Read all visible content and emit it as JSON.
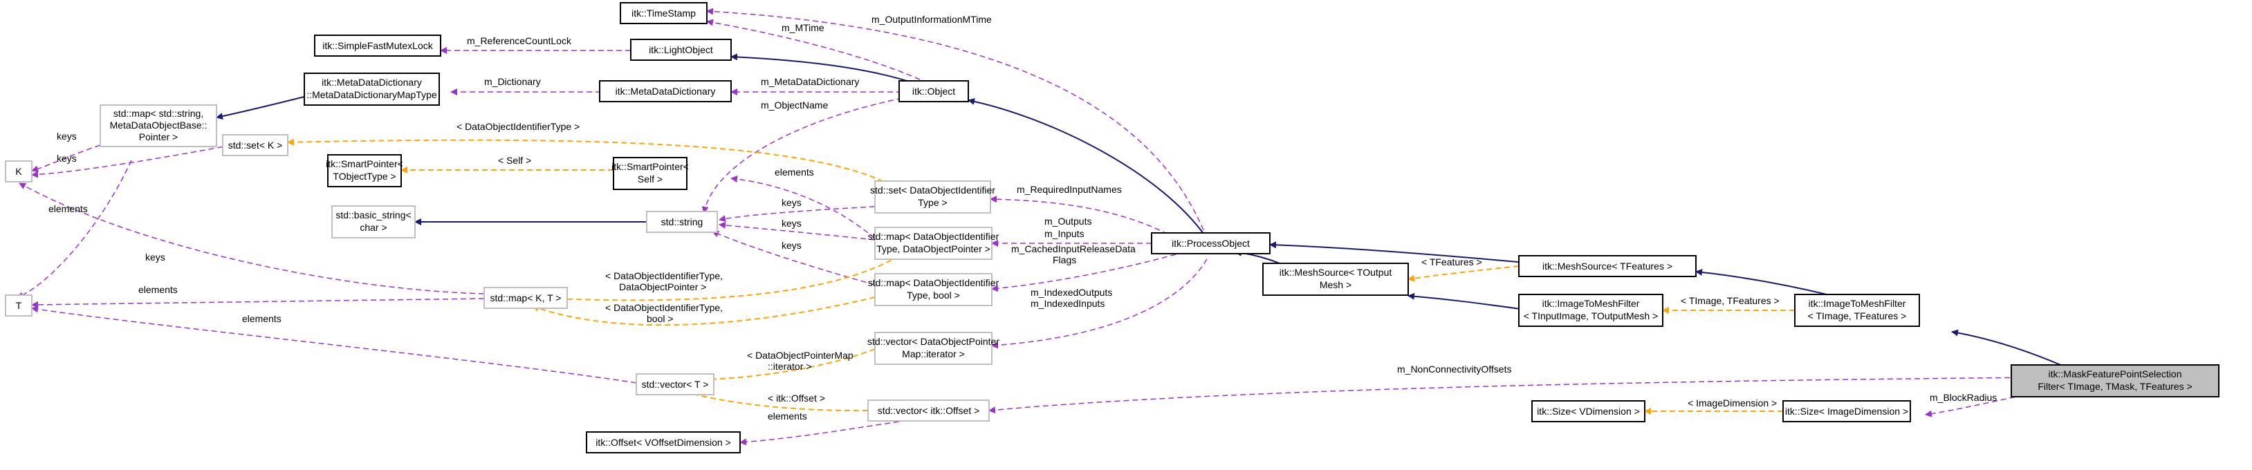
{
  "nodes": {
    "timestamp": [
      "itk::TimeStamp"
    ],
    "lightobject": [
      "itk::LightObject"
    ],
    "mutexlock": [
      "itk::SimpleFastMutexLock"
    ],
    "mddtype": [
      "itk::MetaDataDictionary",
      "::MetaDataDictionaryMapType"
    ],
    "mdd": [
      "itk::MetaDataDictionary"
    ],
    "object": [
      "itk::Object"
    ],
    "stdmap_string": [
      "std::map< std::string,",
      "MetaDataObjectBase::",
      "Pointer >"
    ],
    "k": [
      "K"
    ],
    "stdset_k": [
      "std::set< K >"
    ],
    "sp_type": [
      "itk::SmartPointer<",
      "TObjectType >"
    ],
    "sp_self": [
      "itk::SmartPointer<",
      "Self >"
    ],
    "basic_string": [
      "std::basic_string<",
      "char >"
    ],
    "stdstring": [
      "std::string"
    ],
    "set_doid": [
      "std::set< DataObjectIdentifier",
      "Type >"
    ],
    "map_doid_ptr": [
      "std::map< DataObjectIdentifier",
      "Type, DataObjectPointer >"
    ],
    "map_doid_bool": [
      "std::map< DataObjectIdentifier",
      "Type, bool >"
    ],
    "vector_dop": [
      "std::vector< DataObjectPointer",
      "Map::iterator >"
    ],
    "t": [
      "T"
    ],
    "map_kt": [
      "std::map< K, T >"
    ],
    "vector_t": [
      "std::vector< T >"
    ],
    "vector_offset": [
      "std::vector< itk::Offset >"
    ],
    "offset": [
      "itk::Offset< VOffsetDimension >"
    ],
    "processobject": [
      "itk::ProcessObject"
    ],
    "meshsource_t": [
      "itk::MeshSource< TOutput",
      "Mesh >"
    ],
    "meshsource": [
      "itk::MeshSource< TFeatures >"
    ],
    "imgtomesh_in": [
      "itk::ImageToMeshFilter",
      "< TInputImage, TOutputMesh >"
    ],
    "imgtomesh": [
      "itk::ImageToMeshFilter",
      "< TImage, TFeatures >"
    ],
    "mfps": [
      "itk::MaskFeaturePointSelection",
      "Filter< TImage, TMask, TFeatures >"
    ],
    "size_v": [
      "itk::Size< VDimension >"
    ],
    "size_img": [
      "itk::Size< ImageDimension >"
    ]
  },
  "edge_labels": {
    "m_output_information_mtime": "m_OutputInformationMTime",
    "m_mtime": "m_MTime",
    "m_reference_count_lock": "m_ReferenceCountLock",
    "m_dictionary": "m_Dictionary",
    "m_meta_data_dictionary": "m_MetaDataDictionary",
    "m_object_name": "m_ObjectName",
    "keys_1": "keys",
    "keys_2": "keys",
    "keys_3": "keys",
    "keys_4": "keys",
    "keys_5": "keys",
    "elements_1": "elements",
    "elements_2": "elements",
    "elements_3": "elements",
    "elements_4": "elements",
    "elements_5": "elements",
    "doid_type": "< DataObjectIdentifierType >",
    "self": "< Self >",
    "m_required_input_names": "m_RequiredInputNames",
    "m_outputs": "m_Outputs",
    "m_inputs": "m_Inputs",
    "m_cached_1": "m_CachedInputReleaseData",
    "m_cached_2": "Flags",
    "m_indexed_outputs": "m_IndexedOutputs",
    "m_indexed_inputs": "m_IndexedInputs",
    "doid_ptr_1": "< DataObjectIdentifierType,",
    "doid_ptr_2": "DataObjectPointer >",
    "doid_bool_1": "< DataObjectIdentifierType,",
    "doid_bool_2": "bool >",
    "dopmap_1": "< DataObjectPointerMap",
    "dopmap_2": "::iterator >",
    "offset_tmpl": "< itk::Offset >",
    "tfeatures": "< TFeatures >",
    "timage_tfeatures": "< TImage, TFeatures >",
    "m_non_connectivity_offsets": "m_NonConnectivityOffsets",
    "image_dimension": "< ImageDimension >",
    "m_block_radius": "m_BlockRadius"
  },
  "colors": {
    "inheritance": "#191970",
    "member": "#9a32cd",
    "template": "#ffa500",
    "highlight_fill": "#bfbfbf"
  }
}
